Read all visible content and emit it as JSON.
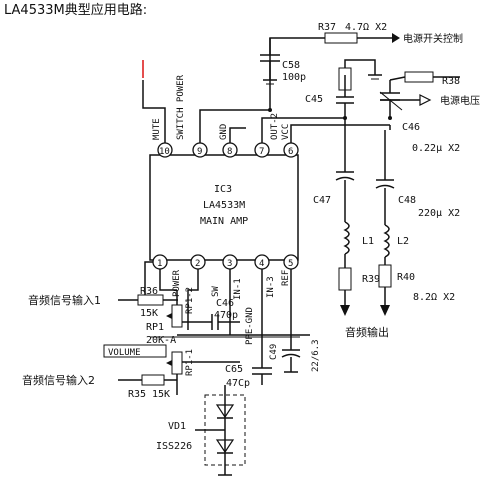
{
  "title": "LA4533M典型应用电路:",
  "ic": {
    "ref": "IC3",
    "part": "LA4533M",
    "desc": "MAIN AMP"
  },
  "pins_top": [
    {
      "num": "10",
      "name": "MUTE"
    },
    {
      "num": "9",
      "name": "SWITCH POWER"
    },
    {
      "num": "8",
      "name": "GND"
    },
    {
      "num": "7",
      "name": "OUT-2"
    },
    {
      "num": "6",
      "name": "VCC"
    }
  ],
  "pins_bottom": [
    {
      "num": "1",
      "name": "POWER"
    },
    {
      "num": "2",
      "name": "SW"
    },
    {
      "num": "3",
      "name": "IN-1"
    },
    {
      "num": "4",
      "name": "IN-3"
    },
    {
      "num": "5",
      "name": "REF"
    }
  ],
  "labels": {
    "r37": "R37",
    "r37_val": "4.7Ω X2",
    "power_switch": "电源开关控制",
    "c58": "C58",
    "c58_val": "100p",
    "r38": "R38",
    "supply": "电源电压",
    "c45": "C45",
    "c46": "C46",
    "c46_val": "0.22μ X2",
    "c47": "C47",
    "c48": "C48",
    "c48_val": "220μ X2",
    "l1": "L1",
    "l2": "L2",
    "r39": "R39",
    "r40": "R40",
    "r40_val": "8.2Ω X2",
    "audio_out": "音频输出",
    "audio_in1": "音频信号输入1",
    "r36": "R36",
    "r36_val": "15K",
    "rp12": "RP1-2",
    "rp1": "RP1",
    "rp1_val": "20K-A",
    "volume": "VOLUME",
    "c46b": "C46",
    "c46b_val": "470p",
    "ppe_gnd": "PPE-GND",
    "c49": "C49",
    "c49_val": "22/6.3",
    "c65": "C65",
    "c65_val": "47Cp",
    "rp11": "RP1-1",
    "audio_in2": "音频信号输入2",
    "r35": "R35",
    "r35_val": "15K",
    "vd1": "VD1",
    "vd1_part": "ISS226"
  }
}
